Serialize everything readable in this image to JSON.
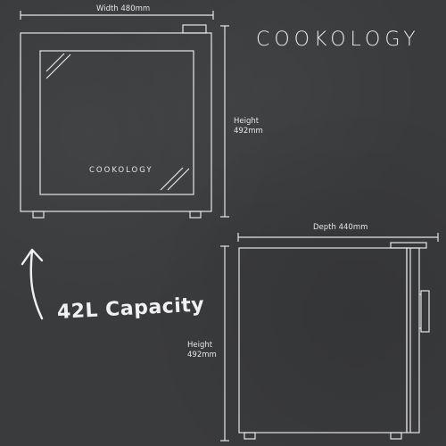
{
  "brand": {
    "name": "COOKOLOGY",
    "door_logo": "COOKOLOGY"
  },
  "front_view": {
    "width_label": "Width 480mm",
    "height_label_line1": "Height",
    "height_label_line2": "492mm"
  },
  "side_view": {
    "depth_label": "Depth 440mm",
    "height_label_line1": "Height",
    "height_label_line2": "492mm"
  },
  "callout": {
    "capacity_text": "42L Capacity",
    "arrow_icon": "hand-drawn-arrow-icon"
  },
  "colors": {
    "background": "#3a3b3d",
    "line": "#e6e6e6"
  }
}
